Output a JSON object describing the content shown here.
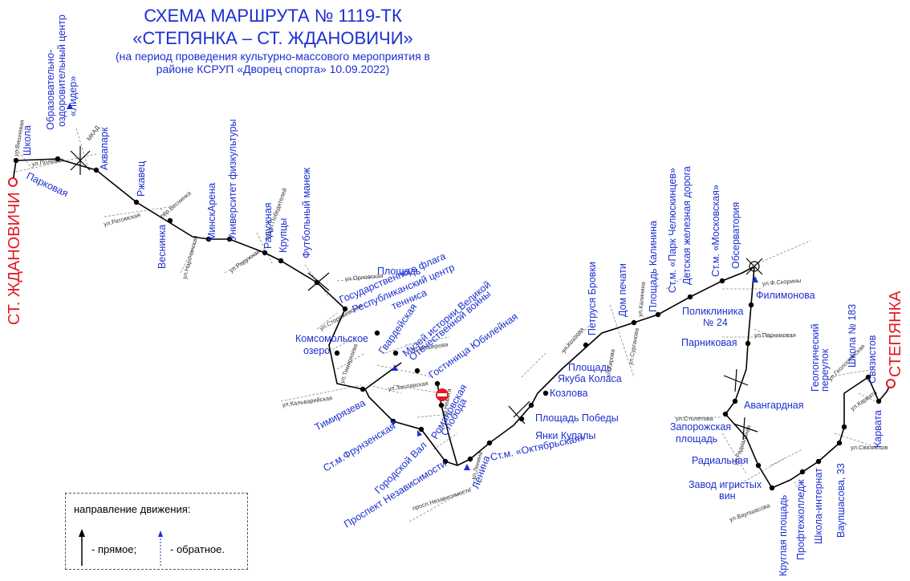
{
  "header": {
    "line1": "СХЕМА МАРШРУТА № 1119-ТК",
    "line2": "«СТЕПЯНКА – СТ. ЖДАНОВИЧИ»",
    "line3": "(на период проведения культурно-массового мероприятия в",
    "line4": "районе КСРУП «Дворец спорта» 10.09.2022)"
  },
  "terminals": {
    "west": "СТ. ЖДАНОВИЧИ",
    "east": "СТЕПЯНКА"
  },
  "colors": {
    "label": "#1c2fd0",
    "terminal": "#e11b22",
    "route": "#000000"
  },
  "stops": [
    "Школа",
    "Образовательно-",
    "оздоровительный центр",
    "«Лидер»",
    "Аквапарк",
    "Ржавец",
    "Веснинка",
    "МинскАрена",
    "Университет физкультуры",
    "Радужная",
    "Крупцы",
    "Футбольный манеж",
    "Площадь",
    "Государственного флага",
    "Республиканский центр",
    "тенниса",
    "Гвардейская",
    "Музей истории Великой",
    "Отечественной войны",
    "Гостиница Юбилейная",
    "Комсомольское",
    "озеро",
    "Тимирязева",
    "Романовская",
    "Слобода",
    "Ст.м.Фрунзенская",
    "Городской Вал",
    "Проспект Независимости",
    "Ленина",
    "Ст.м. «Октябрьская»",
    "Янки Купалы",
    "Площадь Победы",
    "Козлова",
    "Площадь",
    "Якуба Коласа",
    "Петруся Бровки",
    "Дом печати",
    "Площадь Калинина",
    "Ст.м. «Парк Челюскинцев»",
    "Детская железная дорога",
    "Ст.м. «Московская»",
    "Обсерватория",
    "Филимонова",
    "Поликлиника",
    "№ 24",
    "Парниковая",
    "Авангардная",
    "Запорожская",
    "площадь",
    "Радиальная",
    "Завод игристых",
    "вин",
    "Круглая площадь",
    "Профтехколледж",
    "Школа-интернат",
    "Ваупшасова, 33",
    "Геологический",
    "переулок",
    "Школа № 183",
    "Связистов",
    "Карвата",
    "Парковая"
  ],
  "streets": [
    "ул.Вишневая",
    "ул.Полевая",
    "МКАД",
    "ул.Ратомская",
    "пер.Веснинка",
    "ул.Нарочанская",
    "ул.Радужная",
    "просп.Победителей",
    "ул.Орловская",
    "ул.Сторожевская",
    "ул.Кальварийская",
    "ул.Тимирязева",
    "ул.Заславская",
    "ул.Немига",
    "ул.Машерова",
    "ул.Ленина",
    "просп.Независимости",
    "ул.Козлова",
    "ул.Кирова",
    "ул.Сурганова",
    "ул.Калинина",
    "ул.Ф.Скорины",
    "ул.Парниковая",
    "ул.Столетова",
    "ул.Радиальная",
    "ул.Ваупшасова",
    "ул.Геологическая",
    "ул.Карвата",
    "ул.Связистов"
  ],
  "legend": {
    "title": "направление движения:",
    "forward": "- прямое;",
    "reverse": "- обратное."
  }
}
